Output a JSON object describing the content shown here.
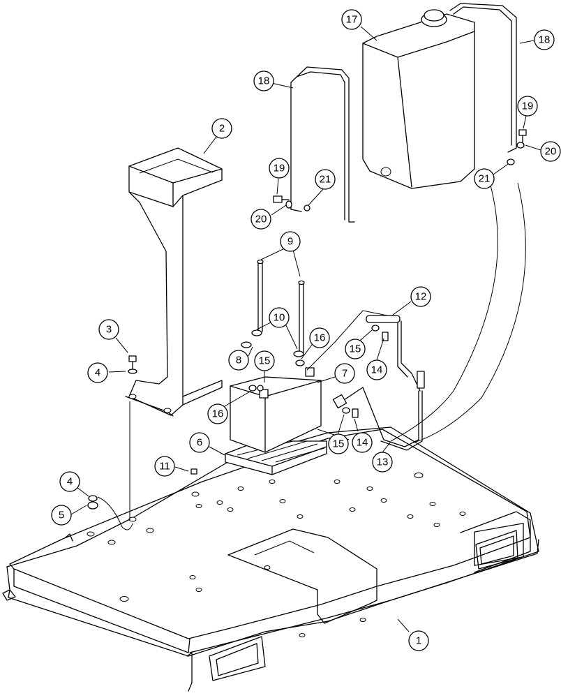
{
  "callouts": [
    {
      "label": "1"
    },
    {
      "label": "2"
    },
    {
      "label": "3"
    },
    {
      "label": "4"
    },
    {
      "label": "4"
    },
    {
      "label": "5"
    },
    {
      "label": "6"
    },
    {
      "label": "7"
    },
    {
      "label": "8"
    },
    {
      "label": "9"
    },
    {
      "label": "10"
    },
    {
      "label": "11"
    },
    {
      "label": "12"
    },
    {
      "label": "13"
    },
    {
      "label": "14"
    },
    {
      "label": "14"
    },
    {
      "label": "15"
    },
    {
      "label": "15"
    },
    {
      "label": "15"
    },
    {
      "label": "16"
    },
    {
      "label": "16"
    },
    {
      "label": "17"
    },
    {
      "label": "18"
    },
    {
      "label": "18"
    },
    {
      "label": "19"
    },
    {
      "label": "19"
    },
    {
      "label": "20"
    },
    {
      "label": "20"
    },
    {
      "label": "21"
    },
    {
      "label": "21"
    }
  ]
}
